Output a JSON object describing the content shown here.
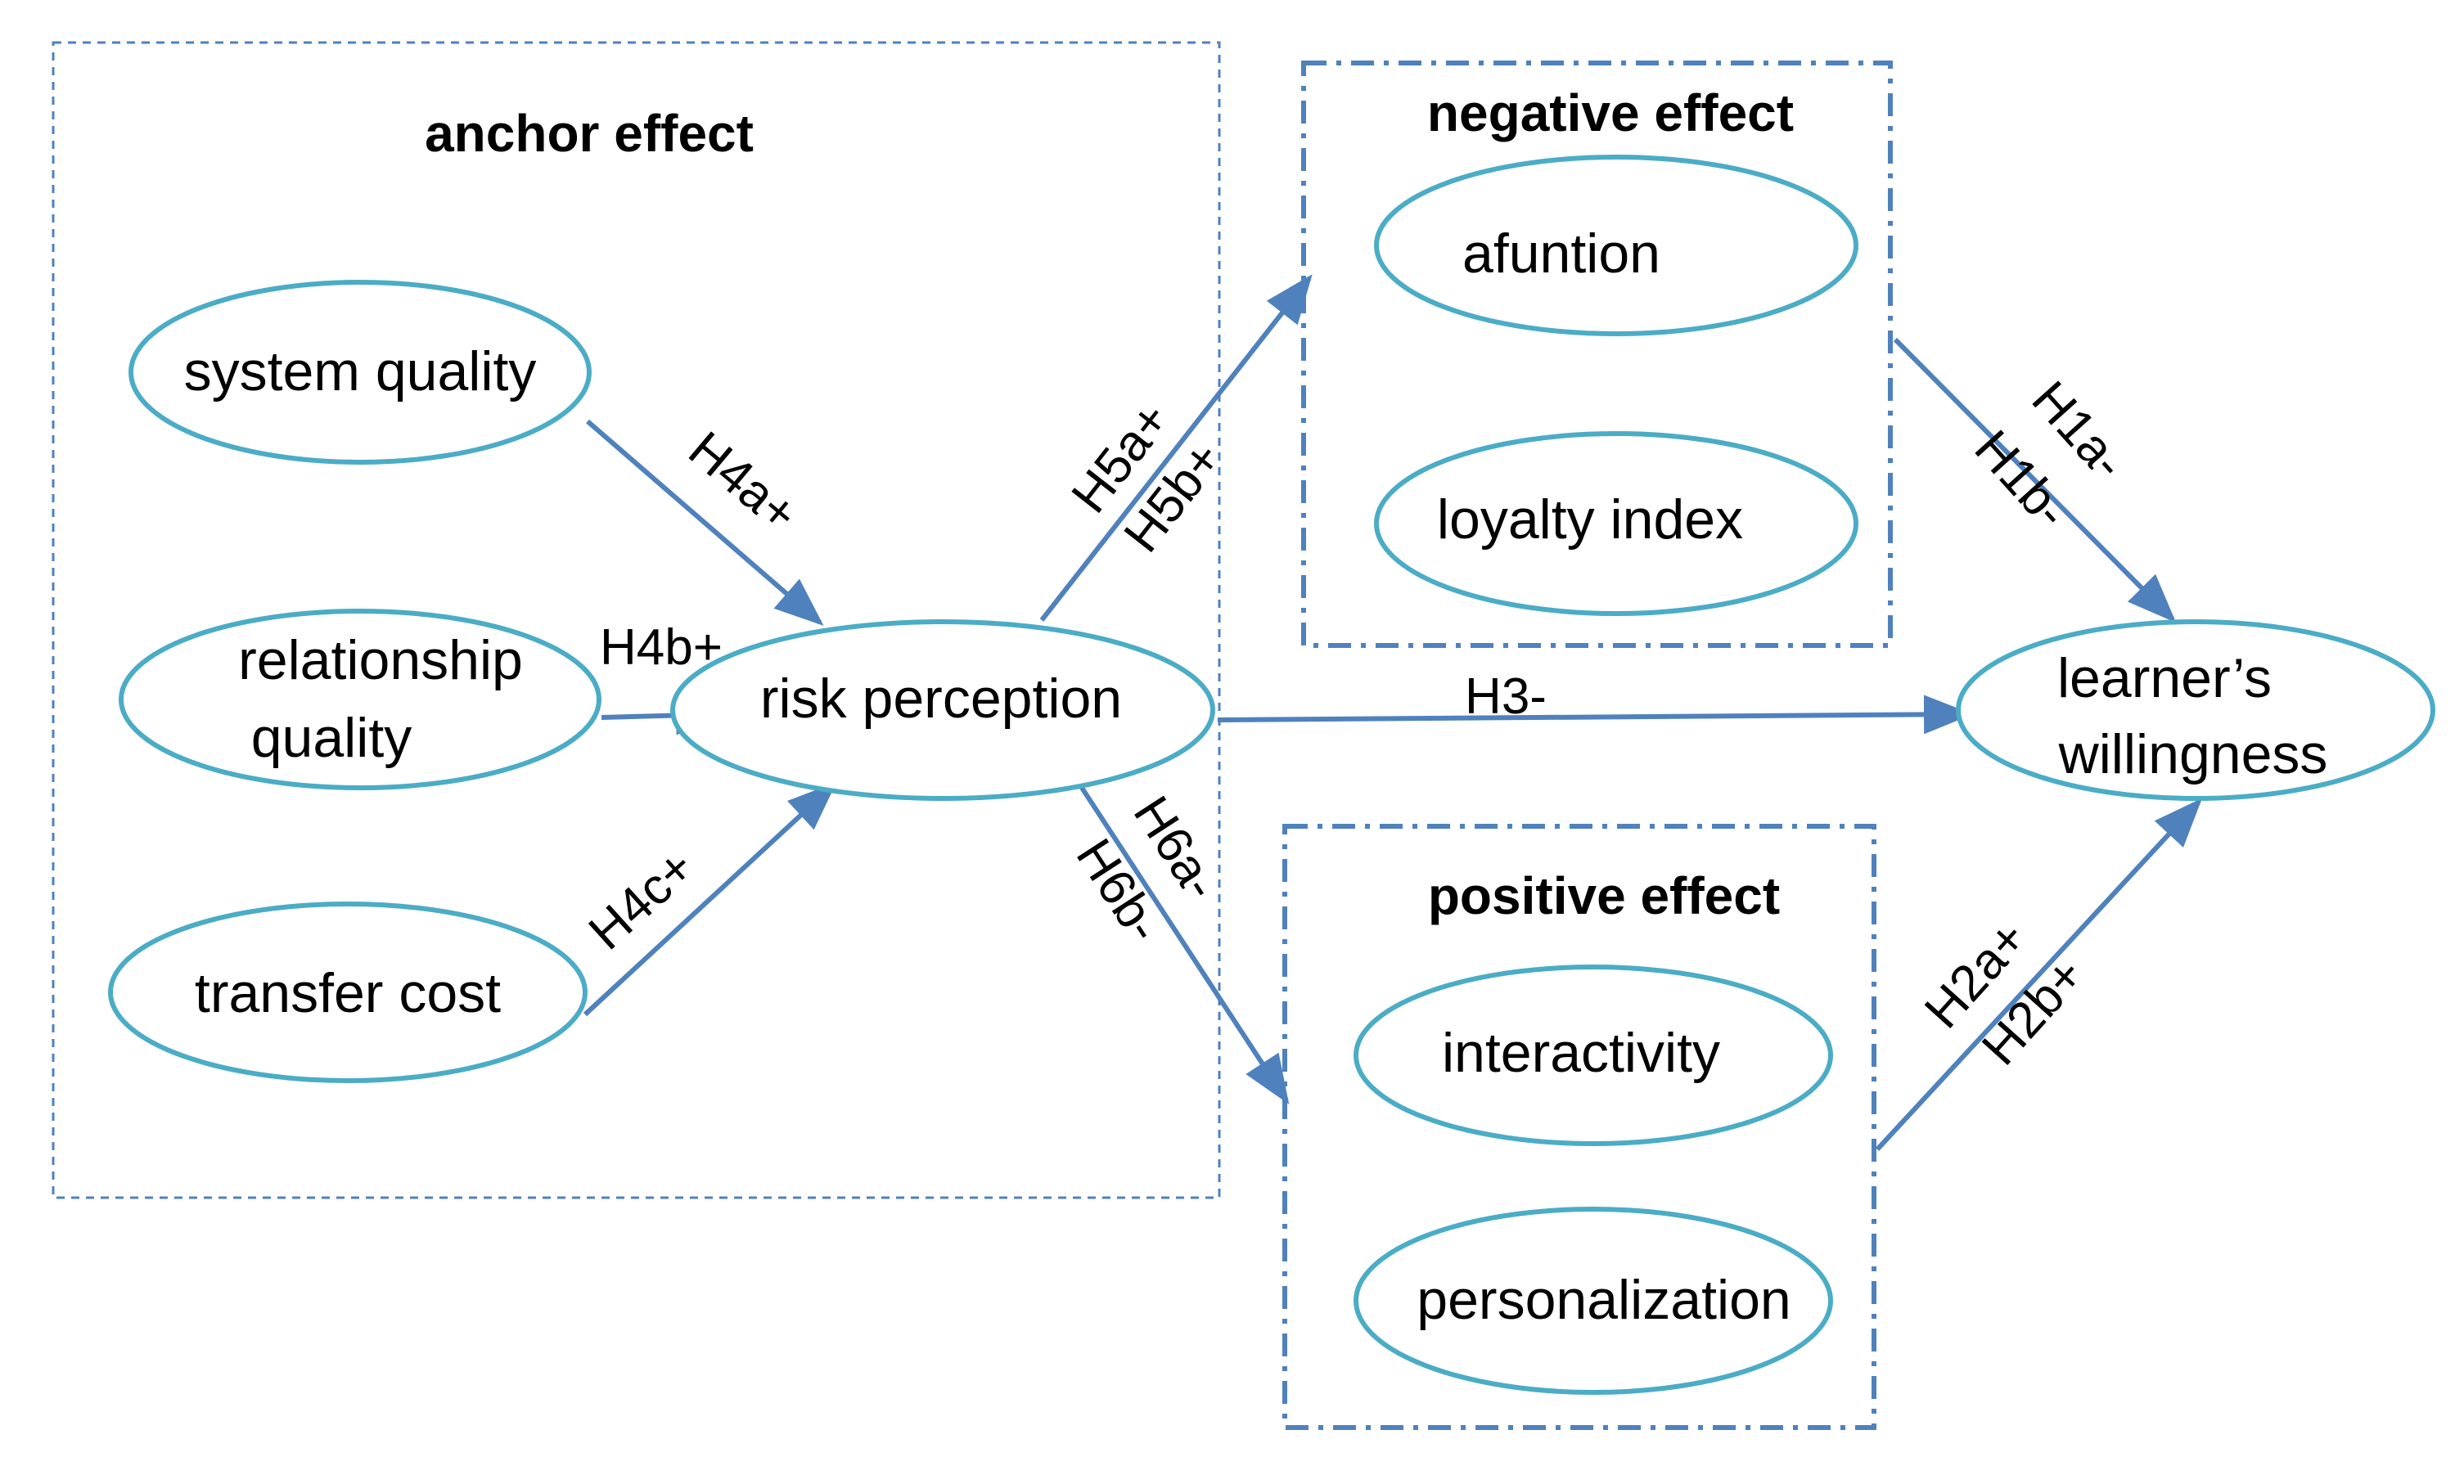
{
  "colors": {
    "ellipse_stroke": "#4bacc6",
    "arrow": "#4f81bd",
    "box_border": "#4f81bd",
    "text": "#000000"
  },
  "groups": {
    "anchor": {
      "title": "anchor effect"
    },
    "negative": {
      "title": "negative effect"
    },
    "positive": {
      "title": "positive effect"
    }
  },
  "nodes": {
    "system_quality": {
      "lines": [
        "system quality"
      ]
    },
    "relationship_quality": {
      "lines": [
        "relationship",
        "quality"
      ]
    },
    "transfer_cost": {
      "lines": [
        "transfer cost"
      ]
    },
    "risk_perception": {
      "lines": [
        "risk perception"
      ]
    },
    "afuntion": {
      "lines": [
        "afuntion"
      ]
    },
    "loyalty_index": {
      "lines": [
        "loyalty index"
      ]
    },
    "interactivity": {
      "lines": [
        "interactivity"
      ]
    },
    "personalization": {
      "lines": [
        "personalization"
      ]
    },
    "learners_willingness": {
      "lines": [
        "learner’s",
        "willingness"
      ]
    }
  },
  "edges": {
    "h4a": {
      "from": "system quality",
      "to": "risk perception",
      "labels": [
        "H4a+"
      ]
    },
    "h4b": {
      "from": "relationship quality",
      "to": "risk perception",
      "labels": [
        "H4b+"
      ]
    },
    "h4c": {
      "from": "transfer cost",
      "to": "risk perception",
      "labels": [
        "H4c+"
      ]
    },
    "h5": {
      "from": "risk perception",
      "to": "negative effect",
      "labels": [
        "H5a+",
        "H5b+"
      ]
    },
    "h6": {
      "from": "risk perception",
      "to": "positive effect",
      "labels": [
        "H6a-",
        "H6b-"
      ]
    },
    "h3": {
      "from": "risk perception",
      "to": "learner’s willingness",
      "labels": [
        "H3-"
      ]
    },
    "h1": {
      "from": "negative effect",
      "to": "learner’s willingness",
      "labels": [
        "H1a-",
        "H1b-"
      ]
    },
    "h2": {
      "from": "positive effect",
      "to": "learner’s willingness",
      "labels": [
        "H2a+",
        "H2b+"
      ]
    }
  }
}
